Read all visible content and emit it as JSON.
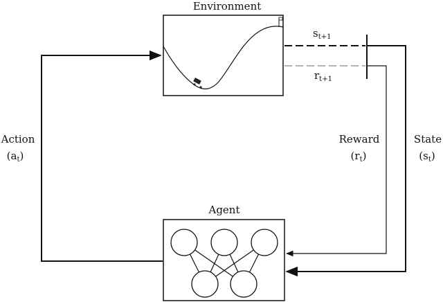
{
  "environment": {
    "title": "Environment"
  },
  "agent": {
    "title": "Agent"
  },
  "signals": {
    "next_state": {
      "base": "s",
      "sub": "t+1"
    },
    "next_reward": {
      "base": "r",
      "sub": "t+1"
    }
  },
  "loop_labels": {
    "action": {
      "word": "Action",
      "base": "a",
      "sub": "t"
    },
    "reward": {
      "word": "Reward",
      "base": "r",
      "sub": "t"
    },
    "state": {
      "word": "State",
      "base": "s",
      "sub": "t"
    }
  },
  "colors": {
    "line": "#111111",
    "reward_line": "#9a9a9a",
    "background": "#ffffff"
  }
}
